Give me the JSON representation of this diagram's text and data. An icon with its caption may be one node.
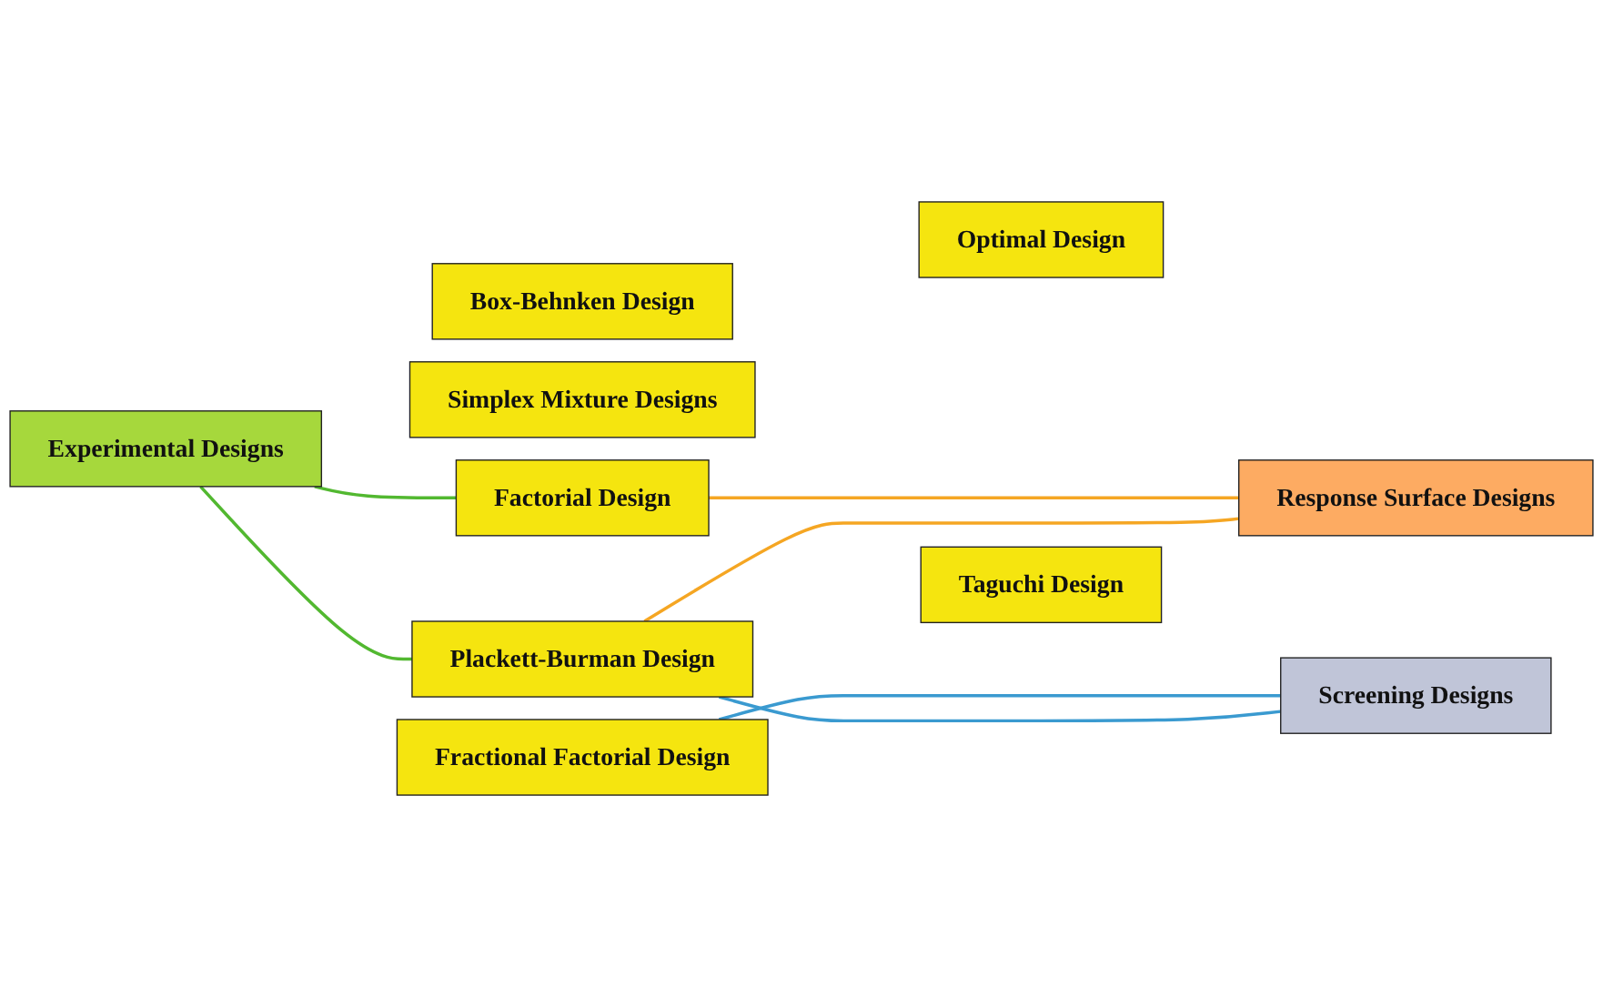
{
  "diagram": {
    "nodes": [
      {
        "text": [
          "Experimental Designs"
        ]
      },
      {
        "text": [
          "Factorial Design"
        ]
      },
      {
        "text": [
          "Box-Behnken Design"
        ]
      },
      {
        "text": [
          "Simplex Mixture Designs"
        ]
      },
      {
        "text": [
          "Optimal Design"
        ]
      },
      {
        "text": [
          "Fractional Factorial Design"
        ]
      },
      {
        "text": [
          "Taguchi Design"
        ]
      },
      {
        "text": [
          "Plackett-Burman Design"
        ]
      },
      {
        "text": [
          "Response Surface Designs"
        ]
      },
      {
        "text": [
          "Screening Designs"
        ]
      }
    ],
    "edges": [
      {
        "from": 0,
        "to": 1,
        "arrow": "none",
        "color": "#52b830"
      },
      {
        "from": 0,
        "to": 7,
        "arrow": "none",
        "color": "#52b830"
      },
      {
        "from": 1,
        "to": 8,
        "arrow": "none",
        "color": "#f5a623"
      },
      {
        "from": 7,
        "to": 8,
        "arrow": "none",
        "color": "#f5a623"
      },
      {
        "from": 5,
        "to": 9,
        "arrow": "none",
        "color": "#3a9ad0"
      },
      {
        "from": 7,
        "to": 9,
        "arrow": "none",
        "color": "#3a9ad0"
      }
    ]
  }
}
